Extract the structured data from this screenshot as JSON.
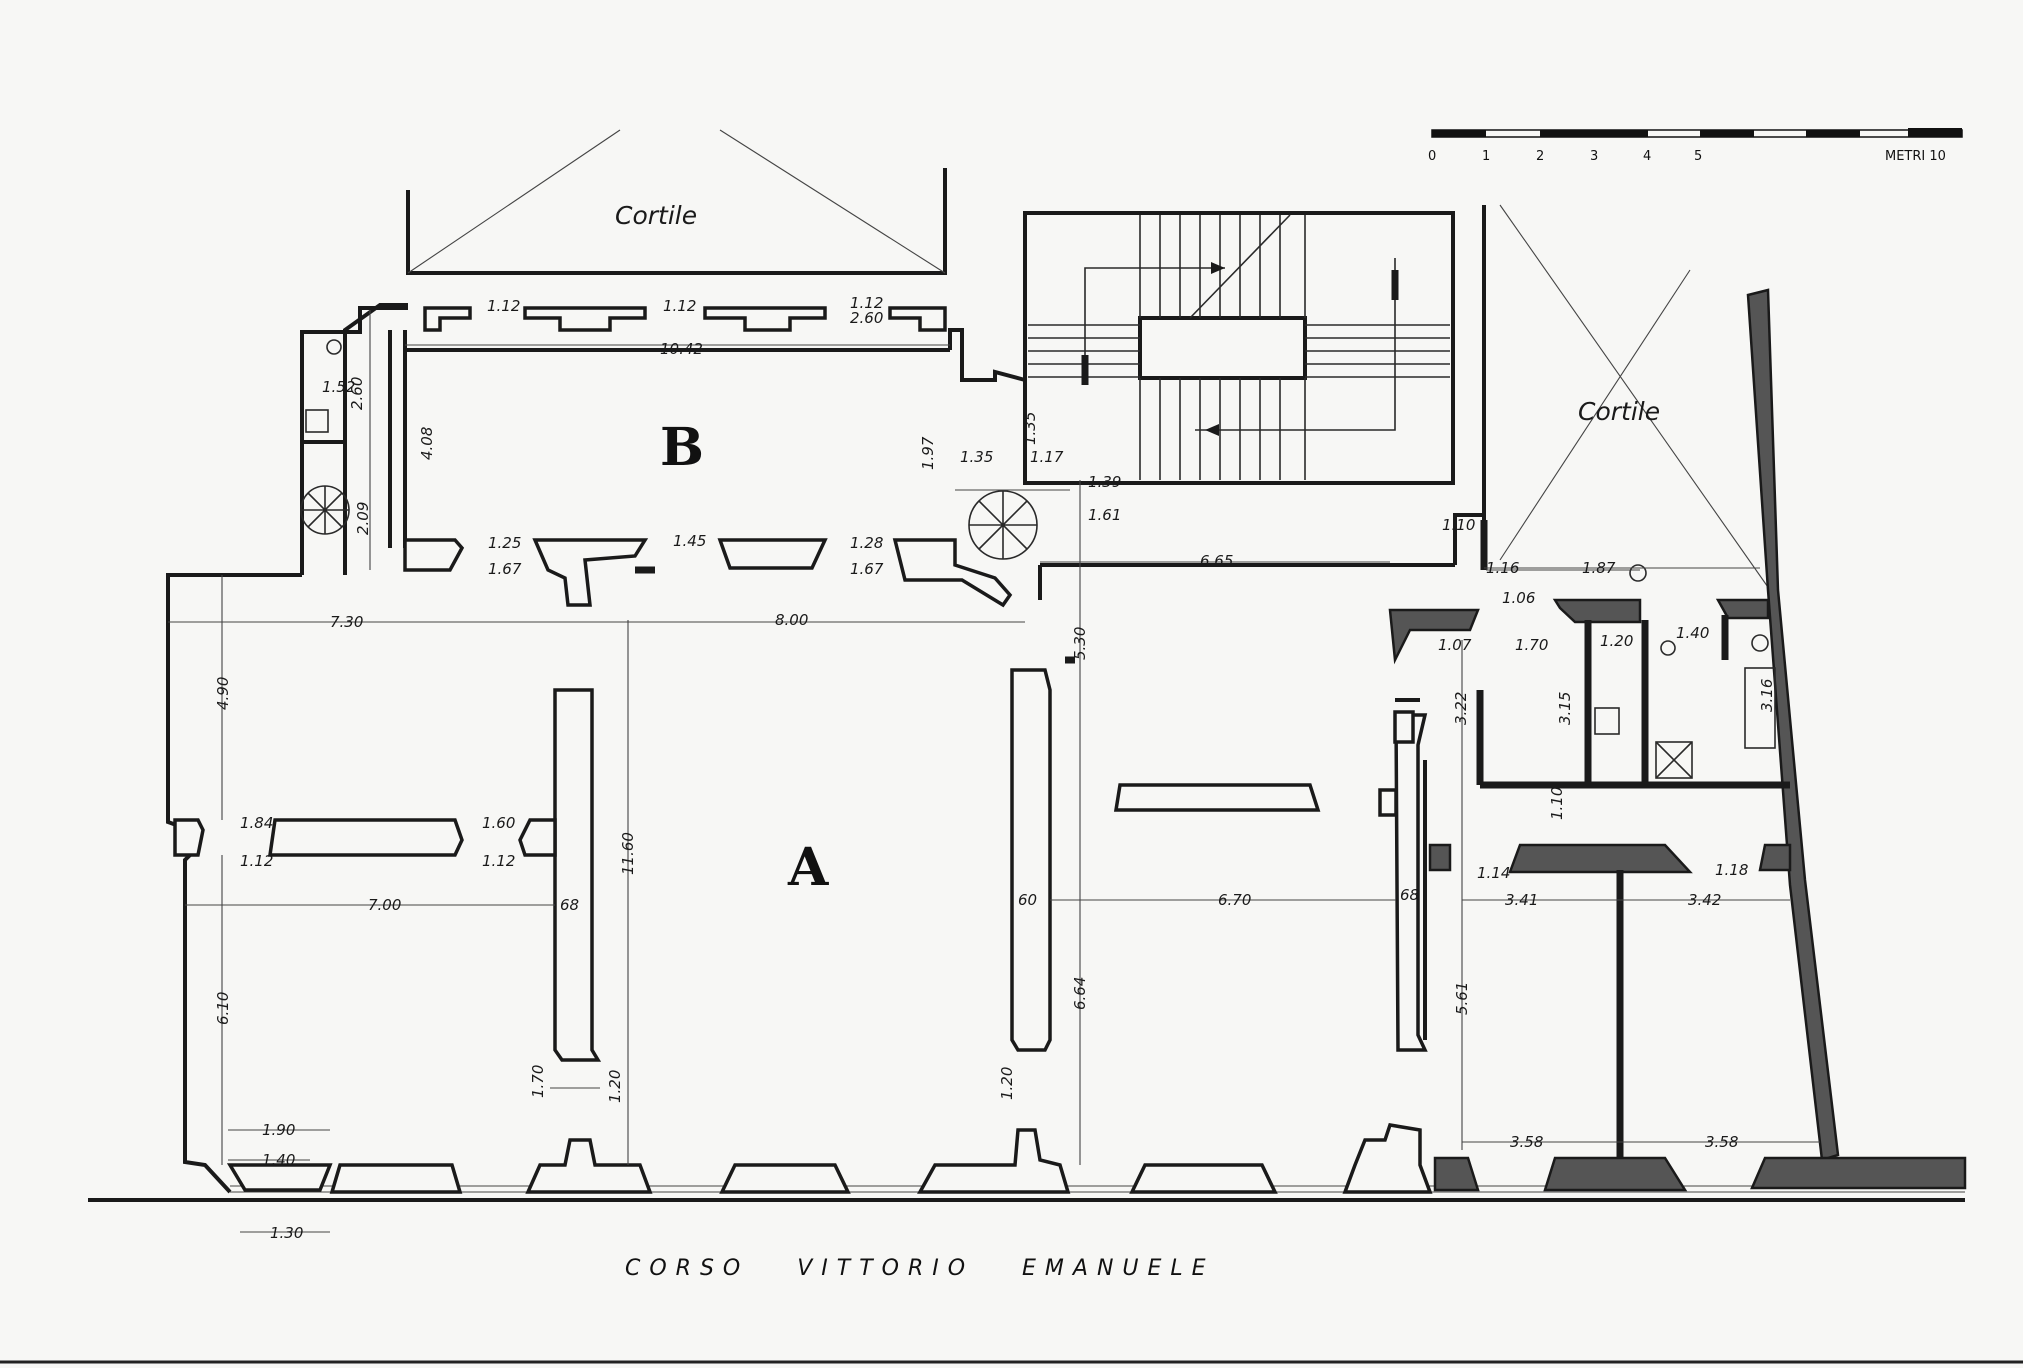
{
  "rooms": {
    "a": "A",
    "b": "B"
  },
  "courtyards": {
    "left": "Cortile",
    "right": "Cortile"
  },
  "street": "CORSO   VITTORIO   EMANUELE",
  "scale": {
    "ticks": [
      "0",
      "1",
      "2",
      "3",
      "4",
      "5"
    ],
    "unit_label": "METRI 10"
  },
  "dimensions": {
    "top_wall": [
      "1.12",
      "1.12",
      "1.12",
      "2.60"
    ],
    "b_width": "10.42",
    "b_left": [
      "1.52",
      "2.60",
      "4.08",
      "2.09"
    ],
    "b_piers": [
      "1.25",
      "1.67",
      "1.45",
      "1.28",
      "1.67"
    ],
    "stair_side": [
      "1.97",
      "1.35",
      "1.35",
      "1.17",
      "1.39",
      "1.61"
    ],
    "row1": [
      "7.30",
      "8.00",
      "6.65"
    ],
    "a_left_col": [
      "4.90",
      "6.10"
    ],
    "a_center_col": [
      "11.60"
    ],
    "a_right_col": [
      "5.30",
      "6.64"
    ],
    "left_piers": [
      "1.84",
      "1.12",
      "1.60",
      "1.12"
    ],
    "row2": [
      "7.00",
      "6.70"
    ],
    "pier_widths": [
      "68",
      "60",
      "68"
    ],
    "bottom_left": [
      "1.90",
      "1.40",
      "1.30"
    ],
    "bottom_mid": [
      "1.70",
      "1.20",
      "1.20"
    ],
    "right_wing": [
      "1.10",
      "1.16",
      "1.87",
      "1.06",
      "1.07",
      "1.70",
      "1.20",
      "1.40",
      "3.15",
      "3.22",
      "3.16",
      "1.10",
      "1.14",
      "1.18"
    ],
    "right_lower": [
      "3.41",
      "3.42",
      "5.61",
      "3.58",
      "3.58"
    ]
  }
}
